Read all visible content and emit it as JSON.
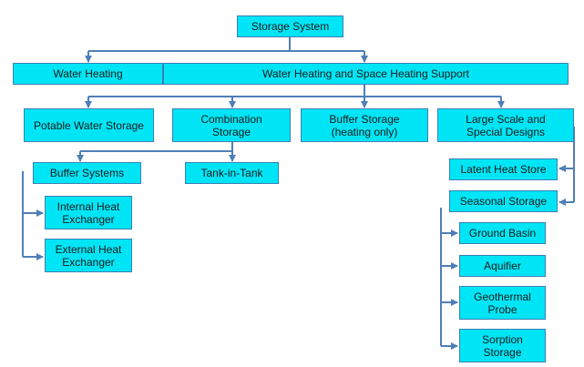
{
  "diagram": {
    "root": "Storage System",
    "level1": {
      "water_heating": "Water Heating",
      "space_heating": "Water Heating and Space Heating Support"
    },
    "level2": {
      "potable": "Potable Water Storage",
      "combination": "Combination\nStorage",
      "buffer": "Buffer Storage\n(heating only)",
      "large_scale": "Large Scale and\nSpecial Designs"
    },
    "combination_children": {
      "buffer_systems": "Buffer Systems",
      "tank_in_tank": "Tank-in-Tank"
    },
    "buffer_systems_children": {
      "internal": "Internal Heat\nExchanger",
      "external": "External Heat\nExchanger"
    },
    "large_scale_children": {
      "latent": "Latent Heat Store",
      "seasonal": "Seasonal Storage"
    },
    "seasonal_children": {
      "ground_basin": "Ground Basin",
      "aquifier": "Aquifier",
      "geothermal": "Geothermal\nProbe",
      "sorption": "Sorption\nStorage"
    }
  },
  "colors": {
    "box_fill": "#00e5f5",
    "box_border": "#3a7fb5",
    "connector": "#4f7fb8"
  }
}
